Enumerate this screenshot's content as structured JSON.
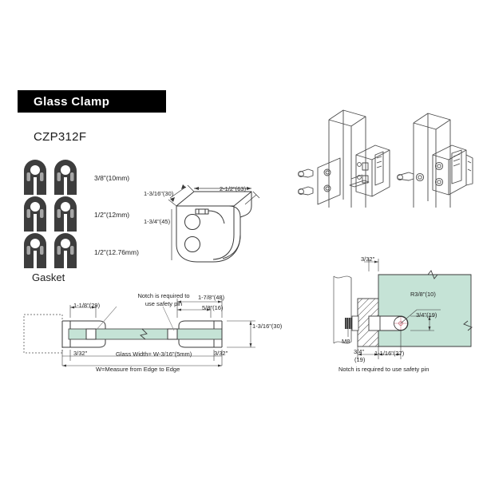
{
  "header": {
    "banner_title": "Glass Clamp",
    "model_code": "CZP312F",
    "banner_bg": "#000000",
    "banner_fg": "#ffffff"
  },
  "colors": {
    "glass_fill": "#c5e3d6",
    "gasket_fill": "#3d3d3d",
    "line": "#3a3a3a",
    "hatch": "#555555"
  },
  "gasket_panel": {
    "caption": "Gasket",
    "rows": [
      {
        "label": "3/8\"(10mm)"
      },
      {
        "label": "1/2\"(12mm)"
      },
      {
        "label": "1/2\"(12.76mm)"
      }
    ]
  },
  "side_view": {
    "dims": [
      {
        "name": "depth",
        "text": "1-3/16\"(30)"
      },
      {
        "name": "width",
        "text": "2-1/2\"(63)"
      },
      {
        "name": "height",
        "text": "1-3/4\"(45)"
      }
    ]
  },
  "plan_view": {
    "note": {
      "line1": "Notch is required to",
      "line2": "use safety pin"
    },
    "dims": [
      {
        "name": "left-offset",
        "text": "1-1/8\"(29)"
      },
      {
        "name": "overall-right",
        "text": "1-7/8\"(48)"
      },
      {
        "name": "notch-right",
        "text": "5/8\"(16)"
      },
      {
        "name": "height-right",
        "text": "1-3/16\"(30)"
      },
      {
        "name": "gap-left",
        "text": "3/32\""
      },
      {
        "name": "gap-right",
        "text": "3/32\""
      }
    ],
    "glass_width_note": "Glass Width= W-3/16\"(5mm)",
    "overall_note": "W=Measure from Edge to Edge"
  },
  "notch_detail": {
    "caption": "Notch is required to use safety pin",
    "dims": [
      {
        "name": "top-gap",
        "text": "3/32\""
      },
      {
        "name": "radius",
        "text": "R3/8\"(10)"
      },
      {
        "name": "notch-height",
        "text": "3/4\"(19)"
      },
      {
        "name": "bolt",
        "text": "M8"
      },
      {
        "name": "plate-thickness-1",
        "text": "3/4\""
      },
      {
        "name": "plate-thickness-2",
        "text": "(19)"
      },
      {
        "name": "notch-depth",
        "text": "1-1/16\"(27)"
      }
    ]
  }
}
